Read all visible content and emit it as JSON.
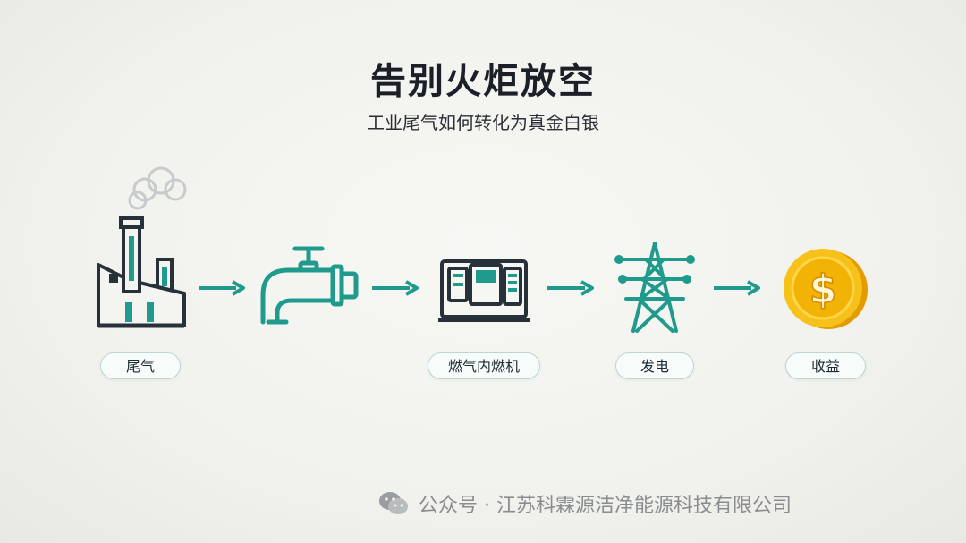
{
  "title": "告别火炬放空",
  "subtitle": "工业尾气如何转化为真金白银",
  "steps": [
    {
      "icon": "factory-smoke-icon",
      "label": "尾气"
    },
    {
      "icon": "pipe-faucet-icon",
      "label": ""
    },
    {
      "icon": "gas-engine-icon",
      "label": "燃气内燃机"
    },
    {
      "icon": "power-tower-icon",
      "label": "发电"
    },
    {
      "icon": "gold-coin-icon",
      "label": "收益"
    }
  ],
  "footer": {
    "text": "公众号 · 江苏科霖源洁净能源科技有限公司"
  },
  "colors": {
    "accent": "#1f9a8c",
    "dark": "#27313a",
    "coin": "#f4b400"
  }
}
